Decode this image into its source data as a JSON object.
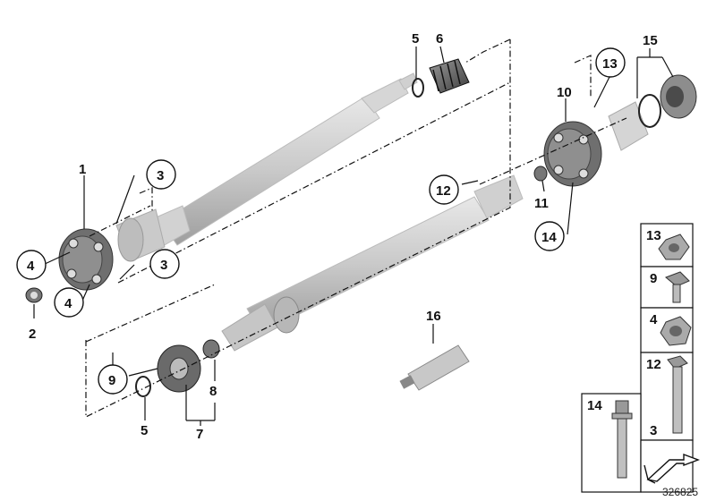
{
  "callouts": {
    "c1": "1",
    "c2": "2",
    "c3a": "3",
    "c3b": "3",
    "c4a": "4",
    "c4b": "4",
    "c5a": "5",
    "c5b": "5",
    "c6": "6",
    "c7": "7",
    "c8": "8",
    "c9": "9",
    "c10": "10",
    "c11": "11",
    "c12": "12",
    "c13": "13",
    "c14": "14",
    "c15": "15",
    "c16": "16"
  },
  "legend": {
    "l13": "13",
    "l9": "9",
    "l4": "4",
    "l12": "12",
    "l3": "3",
    "l14": "14"
  },
  "diagram_number": "326825",
  "colors": {
    "ink": "#111111",
    "shaft": "#cfcfcf",
    "part": "#8a8a8a"
  }
}
